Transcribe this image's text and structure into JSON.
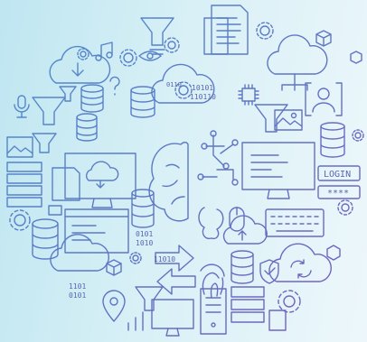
{
  "login": {
    "label": "LOGIN",
    "password_mask": "****"
  },
  "binary": {
    "a": "10101",
    "b": "110110",
    "c": "0101",
    "d": "1010",
    "e": "1101",
    "f": "11010",
    "g": "0101",
    "h": "0110"
  },
  "colors": {
    "stroke_blue": "#5b80c8",
    "stroke_purple": "#7a5cc0",
    "background_left": "#bfe6f1",
    "background_right": "#edf7fb"
  }
}
